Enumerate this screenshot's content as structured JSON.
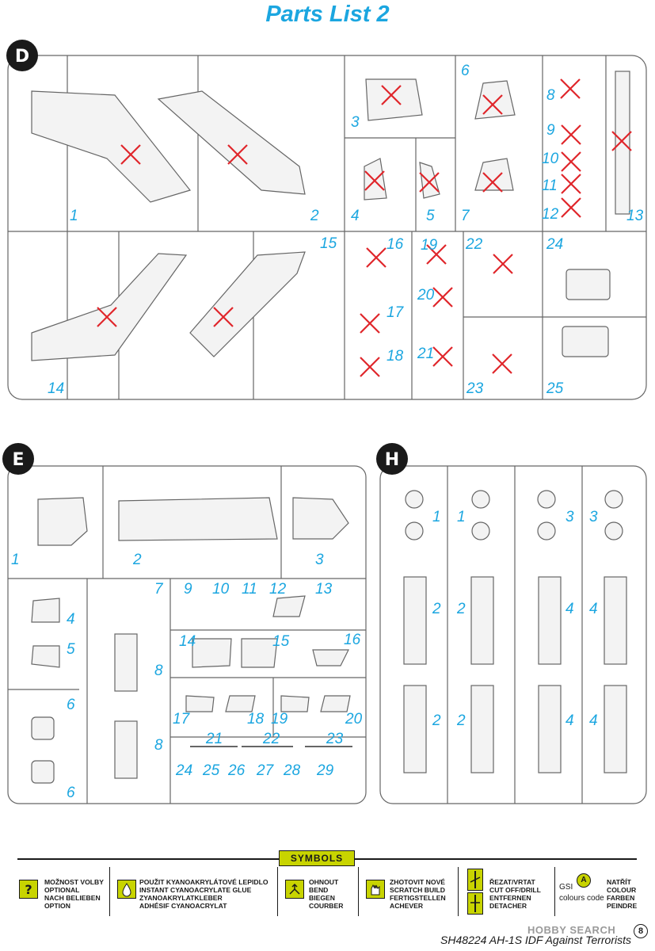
{
  "title": "Parts List 2",
  "sprues": {
    "D": {
      "label": "D",
      "numbers": [
        "1",
        "2",
        "3",
        "4",
        "5",
        "6",
        "7",
        "8",
        "9",
        "10",
        "11",
        "12",
        "13",
        "14",
        "15",
        "16",
        "17",
        "18",
        "19",
        "20",
        "21",
        "22",
        "23",
        "24",
        "25"
      ]
    },
    "E": {
      "label": "E",
      "numbers": [
        "1",
        "2",
        "3",
        "4",
        "5",
        "6",
        "6",
        "7",
        "8",
        "8",
        "9",
        "10",
        "11",
        "12",
        "13",
        "14",
        "15",
        "16",
        "17",
        "18",
        "19",
        "20",
        "21",
        "22",
        "23",
        "24",
        "25",
        "26",
        "27",
        "28",
        "29"
      ]
    },
    "H": {
      "label": "H",
      "numbers": [
        "1",
        "1",
        "3",
        "3",
        "2",
        "2",
        "4",
        "4",
        "2",
        "2",
        "4",
        "4"
      ]
    }
  },
  "symbols": {
    "header": "SYMBOLS",
    "items": [
      {
        "icon": "question-icon",
        "lines": [
          "MOŽNOST VOLBY",
          "OPTIONAL",
          "NACH BELIEBEN",
          "OPTION"
        ]
      },
      {
        "icon": "glue-drop-icon",
        "lines": [
          "POUŽIT KYANOAKRYLÁTOVÉ LEPIDLO",
          "INSTANT CYANOACRYLATE GLUE",
          "ZYANOAKRYLATKLEBER",
          "ADHÉSIF CYANOACRYLAT"
        ]
      },
      {
        "icon": "bend-icon",
        "lines": [
          "OHNOUT",
          "BEND",
          "BIEGEN",
          "COURBER"
        ]
      },
      {
        "icon": "scratch-build-icon",
        "lines": [
          "ZHOTOVIT NOVÉ",
          "SCRATCH BUILD",
          "FERTIGSTELLEN",
          "ACHEVER"
        ]
      },
      {
        "icon": "cut-icon",
        "lines": [
          "ŘEZAT/VRTAT",
          "CUT OFF/DRILL",
          "ENTFERNEN",
          "DETACHER"
        ]
      },
      {
        "icon": "colour-icon",
        "gsi": "GSI",
        "code": "colours code",
        "lines": [
          "NATŘÍT",
          "COLOUR",
          "FARBEN",
          "PEINDRE"
        ]
      }
    ]
  },
  "footer": "SH48224 AH-1S IDF Against Terrorists",
  "watermark": "HOBBY SEARCH",
  "page": "8",
  "colors": {
    "accent": "#1ba6e0",
    "cross": "#e0262b",
    "symbol_bg": "#c8d400"
  }
}
